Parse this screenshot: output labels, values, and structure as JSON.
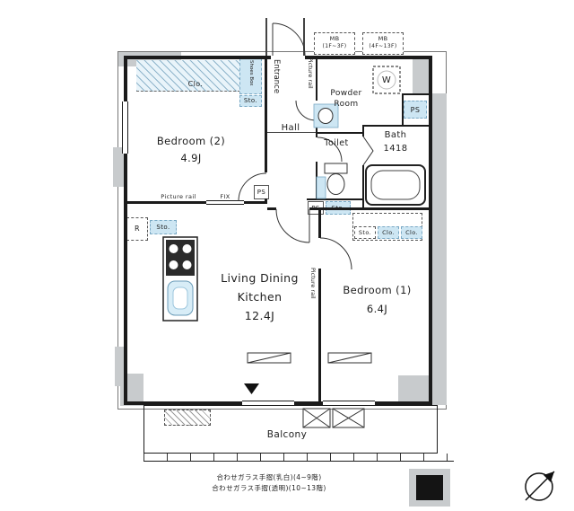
{
  "rooms": {
    "bedroom2": {
      "name": "Bedroom (2)",
      "size": "4.9J"
    },
    "bedroom1": {
      "name": "Bedroom (1)",
      "size": "6.4J"
    },
    "ldk": {
      "name_line1": "Living Dining",
      "name_line2": "Kitchen",
      "size": "12.4J"
    },
    "hall": {
      "name": "Hall"
    },
    "toilet": {
      "name": "Toilet"
    },
    "bath": {
      "name": "Bath",
      "size": "1418"
    },
    "powder_room": {
      "name_line1": "Powder",
      "name_line2": "Room"
    },
    "entrance": {
      "name": "Entrance"
    },
    "balcony": {
      "name": "Balcony"
    }
  },
  "labels": {
    "closet": "Clo.",
    "storage": "Sto.",
    "shoes_box": "Shoes Box",
    "picture_rail": "Picture rail",
    "fix": "FIX",
    "ps": "PS",
    "washing_machine": "W",
    "refrigerator": "R",
    "mb_low_line1": "MB",
    "mb_low_line2": "(1F~3F)",
    "mb_high_line1": "MB",
    "mb_high_line2": "(4F~13F)"
  },
  "notes": {
    "line1": "合わせガラス手摺(乳白)(4~9階)",
    "line2": "合わせガラス手摺(透明)(10~13階)"
  },
  "colors": {
    "fixture_blue": "#cde6f3",
    "wall": "#1b1b1b",
    "structure_gray": "#c8cbcd"
  }
}
